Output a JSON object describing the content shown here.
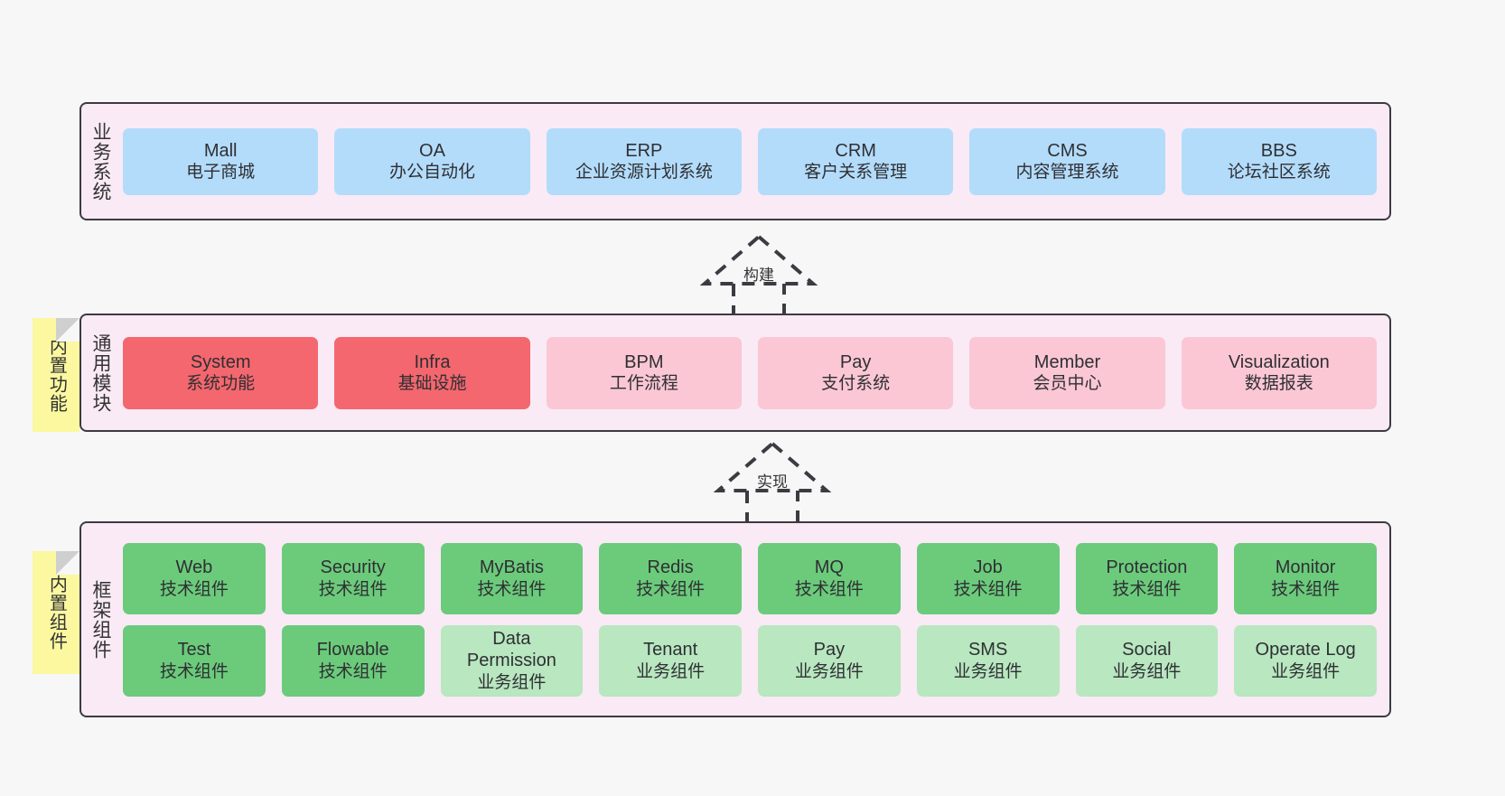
{
  "diagram": {
    "title": "Architecture layers",
    "colors": {
      "layer_background": "#f9eaf5",
      "layer_border": "#3b3b42",
      "sticky": "#fbf8a0",
      "blue": "#b3dcfb",
      "red": "#f4676e",
      "pink": "#fbc7d4",
      "green": "#6bcb7b",
      "light_green": "#b8e7c0"
    }
  },
  "layers": [
    {
      "id": "business",
      "label": "业务系统",
      "rows": [
        {
          "cards": [
            {
              "title": "Mall",
              "sub": "电子商城",
              "color": "blue"
            },
            {
              "title": "OA",
              "sub": "办公自动化",
              "color": "blue"
            },
            {
              "title": "ERP",
              "sub": "企业资源计划系统",
              "color": "blue"
            },
            {
              "title": "CRM",
              "sub": "客户关系管理",
              "color": "blue"
            },
            {
              "title": "CMS",
              "sub": "内容管理系统",
              "color": "blue"
            },
            {
              "title": "BBS",
              "sub": "论坛社区系统",
              "color": "blue"
            }
          ]
        }
      ]
    },
    {
      "id": "common",
      "label": "通用模块",
      "sticky": "内置功能",
      "rows": [
        {
          "cards": [
            {
              "title": "System",
              "sub": "系统功能",
              "color": "red"
            },
            {
              "title": "Infra",
              "sub": "基础设施",
              "color": "red"
            },
            {
              "title": "BPM",
              "sub": "工作流程",
              "color": "pink"
            },
            {
              "title": "Pay",
              "sub": "支付系统",
              "color": "pink"
            },
            {
              "title": "Member",
              "sub": "会员中心",
              "color": "pink"
            },
            {
              "title": "Visualization",
              "sub": "数据报表",
              "color": "pink"
            }
          ]
        }
      ]
    },
    {
      "id": "framework",
      "label": "框架组件",
      "sticky": "内置组件",
      "rows": [
        {
          "cards": [
            {
              "title": "Web",
              "sub": "技术组件",
              "color": "green"
            },
            {
              "title": "Security",
              "sub": "技术组件",
              "color": "green"
            },
            {
              "title": "MyBatis",
              "sub": "技术组件",
              "color": "green"
            },
            {
              "title": "Redis",
              "sub": "技术组件",
              "color": "green"
            },
            {
              "title": "MQ",
              "sub": "技术组件",
              "color": "green"
            },
            {
              "title": "Job",
              "sub": "技术组件",
              "color": "green"
            },
            {
              "title": "Protection",
              "sub": "技术组件",
              "color": "green"
            },
            {
              "title": "Monitor",
              "sub": "技术组件",
              "color": "green"
            }
          ]
        },
        {
          "cards": [
            {
              "title": "Test",
              "sub": "技术组件",
              "color": "green"
            },
            {
              "title": "Flowable",
              "sub": "技术组件",
              "color": "green"
            },
            {
              "title": "Data Permission",
              "sub": "业务组件",
              "color": "light_green"
            },
            {
              "title": "Tenant",
              "sub": "业务组件",
              "color": "light_green"
            },
            {
              "title": "Pay",
              "sub": "业务组件",
              "color": "light_green"
            },
            {
              "title": "SMS",
              "sub": "业务组件",
              "color": "light_green"
            },
            {
              "title": "Social",
              "sub": "业务组件",
              "color": "light_green"
            },
            {
              "title": "Operate Log",
              "sub": "业务组件",
              "color": "light_green"
            }
          ]
        }
      ]
    }
  ],
  "connectors": [
    {
      "id": "build",
      "label": "构建",
      "direction": "up"
    },
    {
      "id": "realize",
      "label": "实现",
      "direction": "up"
    }
  ]
}
